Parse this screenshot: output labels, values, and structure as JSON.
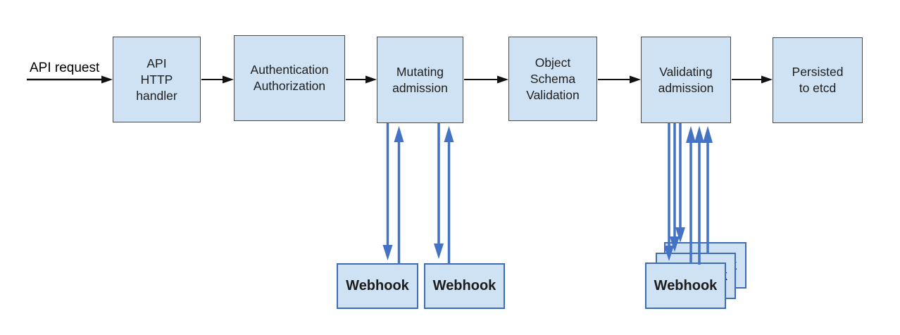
{
  "diagram": {
    "description": "API request admission flow",
    "request_label": "API request"
  },
  "labels": {
    "api_request": "API request",
    "api_handler": "API\nHTTP\nhandler",
    "auth": "Authentication\nAuthorization",
    "mutating": "Mutating\nadmission",
    "schema": "Object\nSchema\nValidation",
    "validating": "Validating\nadmission",
    "etcd": "Persisted\nto etcd",
    "webhook": "Webhook"
  },
  "colors": {
    "node_fill": "#cfe2f3",
    "node_border": "#4a4a4a",
    "webhook_border": "#3f6db5",
    "blue_arrow": "#4472c4",
    "black_arrow": "#111111"
  }
}
